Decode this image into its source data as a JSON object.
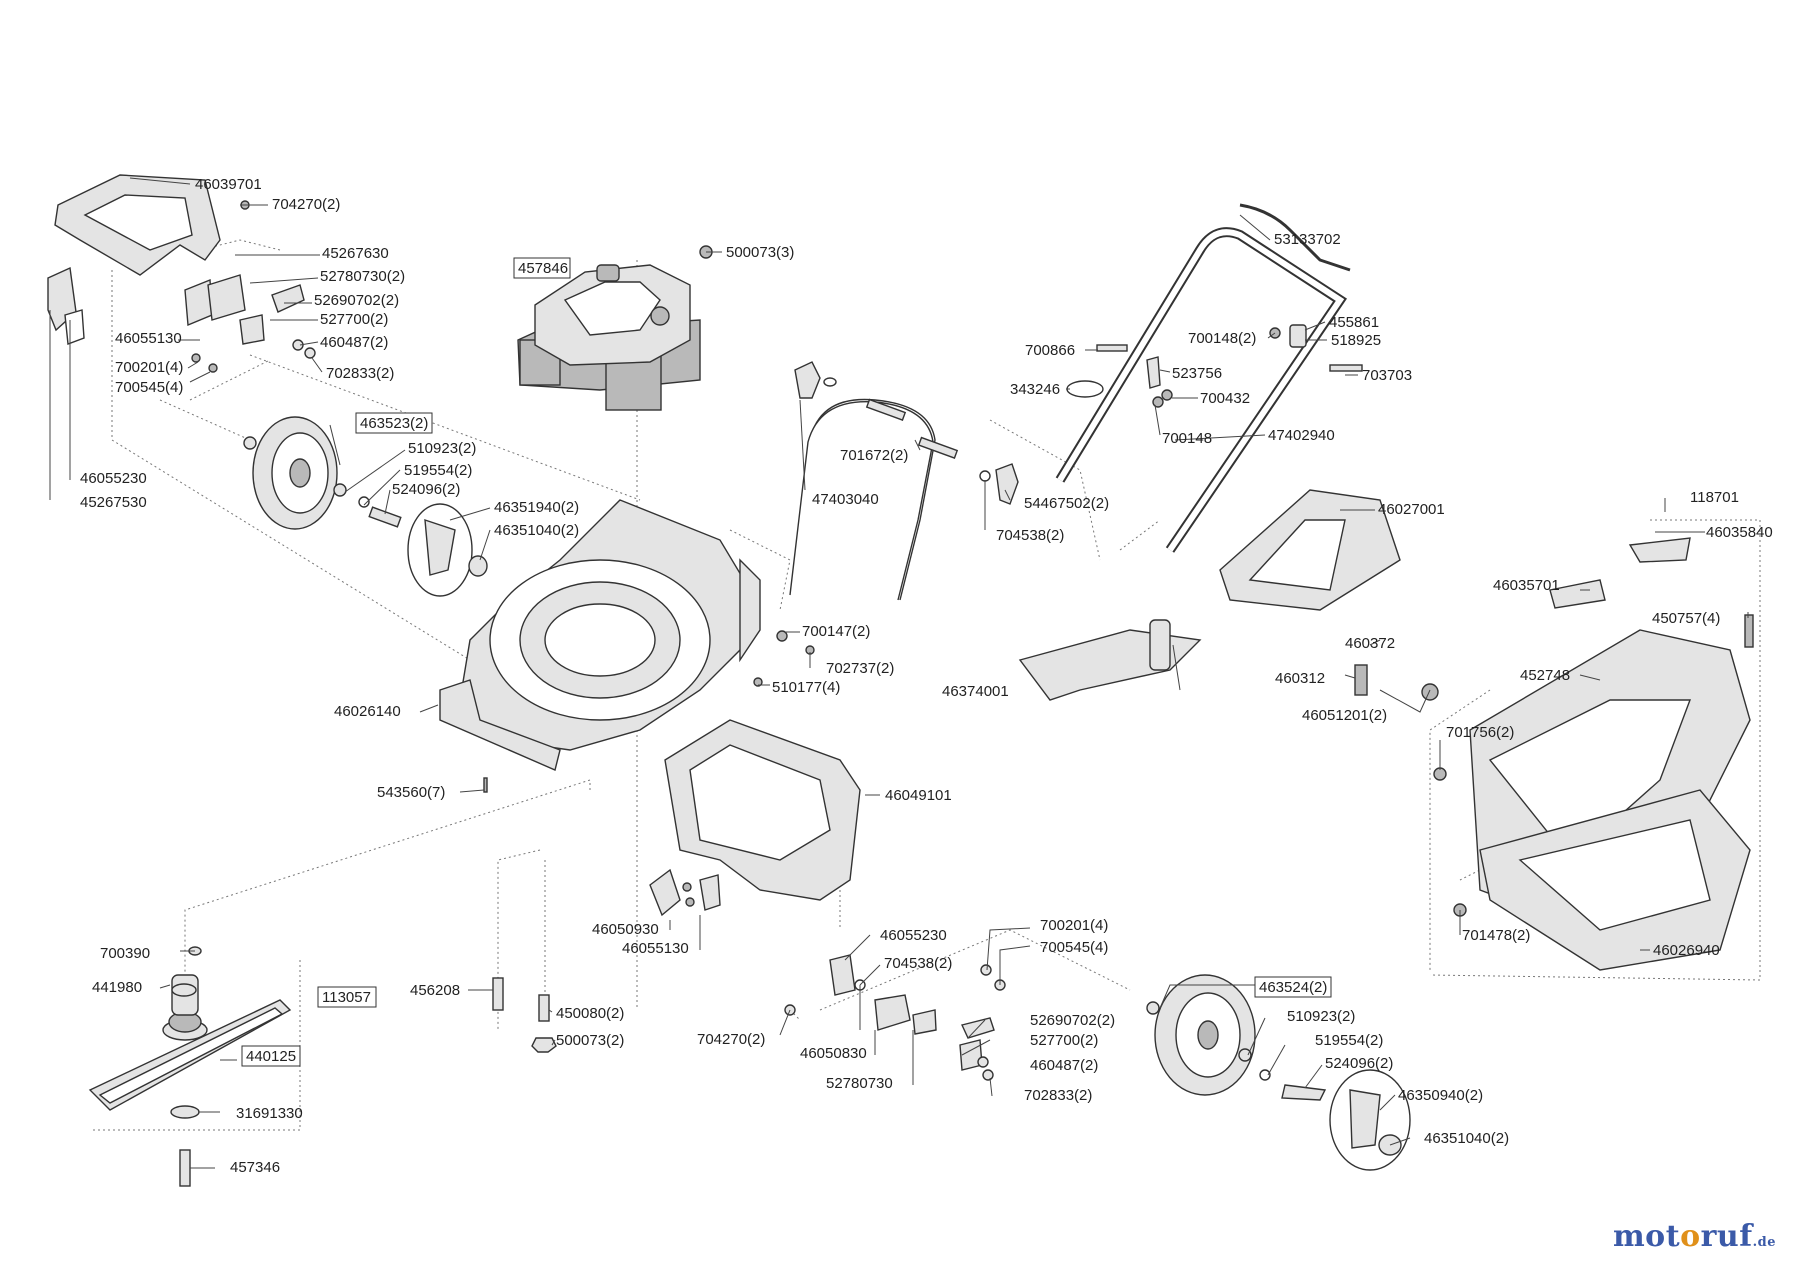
{
  "labels": {
    "l1": "46039701",
    "l2": "704270(2)",
    "l3": "45267630",
    "l4": "52780730(2)",
    "l5": "52690702(2)",
    "l6": "527700(2)",
    "l7": "460487(2)",
    "l8": "46055130",
    "l9": "700201(4)",
    "l10": "700545(4)",
    "l11": "702833(2)",
    "l12": "46055230",
    "l13": "45267530",
    "l14": "463523(2)",
    "l15": "510923(2)",
    "l16": "519554(2)",
    "l17": "524096(2)",
    "l18": "46351940(2)",
    "l19": "46351040(2)",
    "l20": "457846",
    "l21": "500073(3)",
    "l22": "53133702",
    "l23": "455861",
    "l24": "700148(2)",
    "l25": "518925",
    "l26": "700866",
    "l27": "523756",
    "l28": "703703",
    "l29": "343246",
    "l30": "700432",
    "l31": "700148",
    "l32": "47402940",
    "l33": "701672(2)",
    "l34": "47403040",
    "l35": "54467502(2)",
    "l36": "704538(2)",
    "l37": "46027001",
    "l38": "118701",
    "l39": "46035840",
    "l40": "46035701",
    "l41": "450757(4)",
    "l42": "700147(2)",
    "l43": "702737(2)",
    "l44": "46374001",
    "l45": "460372",
    "l46": "460312",
    "l47": "452748",
    "l48": "510177(4)",
    "l49": "46026140",
    "l50": "46051201(2)",
    "l51": "701756(2)",
    "l52": "543560(7)",
    "l53": "46049101",
    "l54": "46050930",
    "l55": "46055130",
    "l56": "701478(2)",
    "l57": "46026940",
    "l58": "700390",
    "l59": "441980",
    "l60": "113057",
    "l61": "440125",
    "l62": "31691330",
    "l63": "457346",
    "l64": "456208",
    "l65": "450080(2)",
    "l66": "500073(2)",
    "l67": "46055230",
    "l68": "704538(2)",
    "l69": "700201(4)",
    "l70": "700545(4)",
    "l71": "463524(2)",
    "l72": "510923(2)",
    "l73": "704270(2)",
    "l74": "46050830",
    "l75": "52690702(2)",
    "l76": "527700(2)",
    "l77": "519554(2)",
    "l78": "460487(2)",
    "l79": "524096(2)",
    "l80": "52780730",
    "l81": "702833(2)",
    "l82": "46350940(2)",
    "l83": "46351040(2)"
  },
  "logo": {
    "main_m": "mot",
    "main_o": "o",
    "main_r": "ruf",
    "suffix": ".de"
  }
}
